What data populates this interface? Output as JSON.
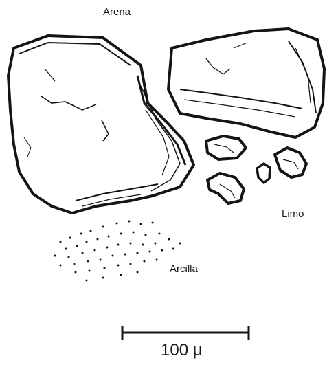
{
  "labels": {
    "sand": "Arena",
    "silt": "Limo",
    "clay": "Arcilla",
    "scale": "100 μ"
  },
  "colors": {
    "ink": "#141414",
    "paper": "#ffffff"
  }
}
